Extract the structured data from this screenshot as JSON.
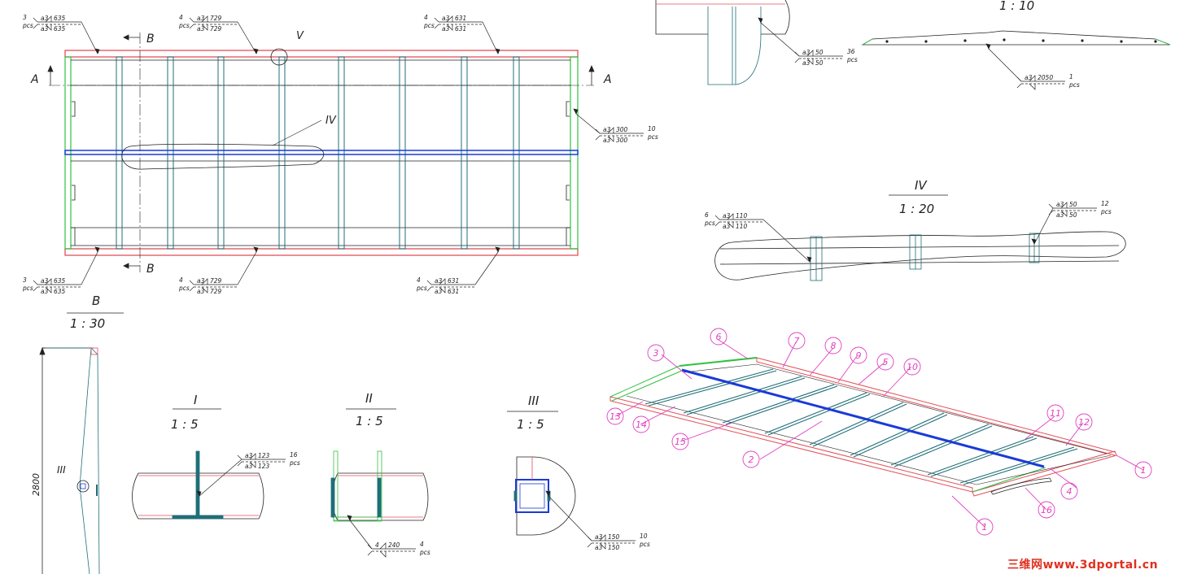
{
  "views": {
    "main": {
      "section_a": "A",
      "section_b": "B",
      "detail_iv": "IV",
      "detail_v": "V"
    },
    "b": {
      "title": "B",
      "scale": "1 : 30",
      "dimension": "2800",
      "detail_iii": "III"
    },
    "i": {
      "title": "I",
      "scale": "1 : 5"
    },
    "ii": {
      "title": "II",
      "scale": "1 : 5"
    },
    "iii": {
      "title": "III",
      "scale": "1 : 5"
    },
    "iv": {
      "title": "IV",
      "scale": "1 : 20"
    },
    "top_right": {
      "scale": "1 : 10"
    }
  },
  "welds": [
    {
      "a": "a3",
      "l1": "635",
      "l2": "635",
      "n": "3",
      "u": "pcs"
    },
    {
      "a": "a3",
      "l1": "729",
      "l2": "729",
      "n": "4",
      "u": "pcs"
    },
    {
      "a": "a3",
      "l1": "631",
      "l2": "631",
      "n": "4",
      "u": "pcs"
    },
    {
      "a": "a3",
      "l1": "300",
      "l2": "300",
      "n": "10",
      "u": "pcs"
    },
    {
      "a": "a3",
      "l1": "635",
      "l2": "635",
      "n": "3",
      "u": "pcs"
    },
    {
      "a": "a3",
      "l1": "729",
      "l2": "729",
      "n": "4",
      "u": "pcs"
    },
    {
      "a": "a3",
      "l1": "631",
      "l2": "631",
      "n": "4",
      "u": "pcs"
    },
    {
      "a": "a3",
      "l1": "50",
      "l2": "50",
      "n": "36",
      "u": "pcs"
    },
    {
      "a": "a3",
      "l1": "2050",
      "l2": "",
      "n": "1",
      "u": "pcs"
    },
    {
      "a": "a3",
      "l1": "110",
      "l2": "110",
      "n": "6",
      "u": "pcs"
    },
    {
      "a": "a3",
      "l1": "50",
      "l2": "50",
      "n": "12",
      "u": "pcs"
    },
    {
      "a": "a3",
      "l1": "123",
      "l2": "123",
      "n": "16",
      "u": "pcs"
    },
    {
      "a": "4",
      "l1": "240",
      "l2": "",
      "n": "4",
      "u": "pcs"
    },
    {
      "a": "a3",
      "l1": "150",
      "l2": "150",
      "n": "10",
      "u": "pcs"
    }
  ],
  "balloons": [
    "1",
    "2",
    "3",
    "4",
    "5",
    "6",
    "7",
    "8",
    "9",
    "10",
    "11",
    "12",
    "13",
    "14",
    "15",
    "16",
    "1"
  ],
  "watermark": "三维网www.3dportal.cn",
  "colors": {
    "frame": "#e0505a",
    "rib": "#1f6f78",
    "beam": "#1a3ad8",
    "end": "#30c040",
    "balloon": "#e040c0",
    "ink": "#222222"
  }
}
